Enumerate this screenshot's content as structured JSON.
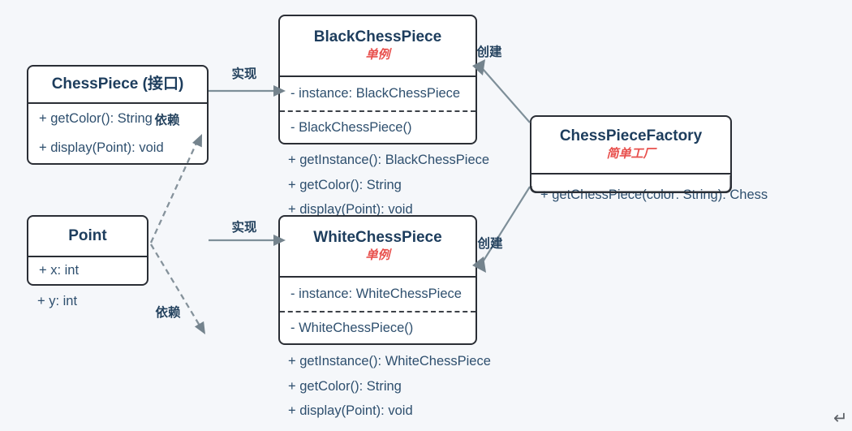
{
  "diagram": {
    "boxes": {
      "chess_piece": {
        "title": "ChessPiece (接口)",
        "members": [
          "+ getColor(): String",
          "+ display(Point): void"
        ]
      },
      "black": {
        "title": "BlackChessPiece",
        "stereotype": "单例",
        "attribute": "- instance: BlackChessPiece",
        "constructor": "- BlackChessPiece()",
        "methods": [
          "+ getInstance(): BlackChessPiece",
          "+ getColor(): String",
          "+ display(Point): void"
        ]
      },
      "white": {
        "title": "WhiteChessPiece",
        "stereotype": "单例",
        "attribute": "- instance: WhiteChessPiece",
        "constructor": "- WhiteChessPiece()",
        "methods": [
          "+ getInstance(): WhiteChessPiece",
          "+ getColor(): String",
          "+ display(Point): void"
        ]
      },
      "point": {
        "title": "Point",
        "attribute": "+ x: int",
        "overflow_attribute": "+ y: int"
      },
      "factory": {
        "title": "ChessPieceFactory",
        "stereotype": "简单工厂",
        "method": "+ getChessPiece(color: String): Chess"
      }
    },
    "edges": {
      "realize_black": "实现",
      "realize_white": "实现",
      "create_black": "创建",
      "create_white": "创建",
      "depend_interface": "依赖",
      "depend_bottom": "依赖"
    },
    "return_icon": "↵",
    "colors": {
      "background": "#f5f7fa",
      "box_border": "#2a2e35",
      "title_text": "#1d3d5d",
      "member_text": "#2e4f6e",
      "stereotype_red": "#e8504d",
      "edge_gray": "#7e8f99"
    }
  }
}
